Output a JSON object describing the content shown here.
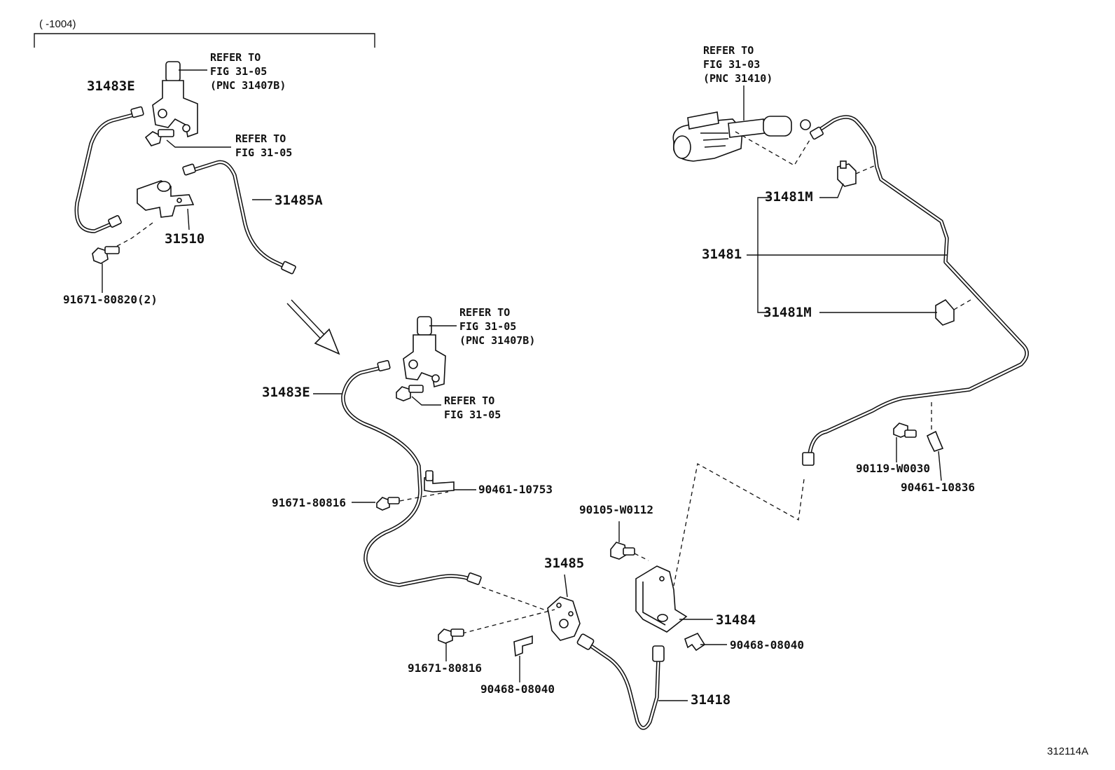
{
  "diagram": {
    "range_label": "(      -1004)",
    "figure_code": "312114A",
    "refs": {
      "ref_a": [
        "REFER TO",
        "FIG 31-05",
        "(PNC 31407B)"
      ],
      "ref_b": [
        "REFER TO",
        "FIG 31-05"
      ],
      "ref_c": [
        "REFER TO",
        "FIG 31-05",
        "(PNC 31407B)"
      ],
      "ref_d": [
        "REFER TO",
        "FIG 31-05"
      ],
      "ref_e": [
        "REFER TO",
        "FIG 31-03",
        "(PNC 31410)"
      ]
    },
    "parts": {
      "p31483e_top": "31483E",
      "p31485a": "31485A",
      "p31510": "31510",
      "p91671_80820": "91671-80820(2)",
      "p31483e_mid": "31483E",
      "p91671_80816_a": "91671-80816",
      "p90461_10753": "90461-10753",
      "p31485": "31485",
      "p91671_80816_b": "91671-80816",
      "p90468_08040_a": "90468-08040",
      "p90105_w0112": "90105-W0112",
      "p31484": "31484",
      "p90468_08040_b": "90468-08040",
      "p31418": "31418",
      "p31481m_top": "31481M",
      "p31481": "31481",
      "p31481m_bot": "31481M",
      "p90119_w0030": "90119-W0030",
      "p90461_10836": "90461-10836"
    }
  }
}
